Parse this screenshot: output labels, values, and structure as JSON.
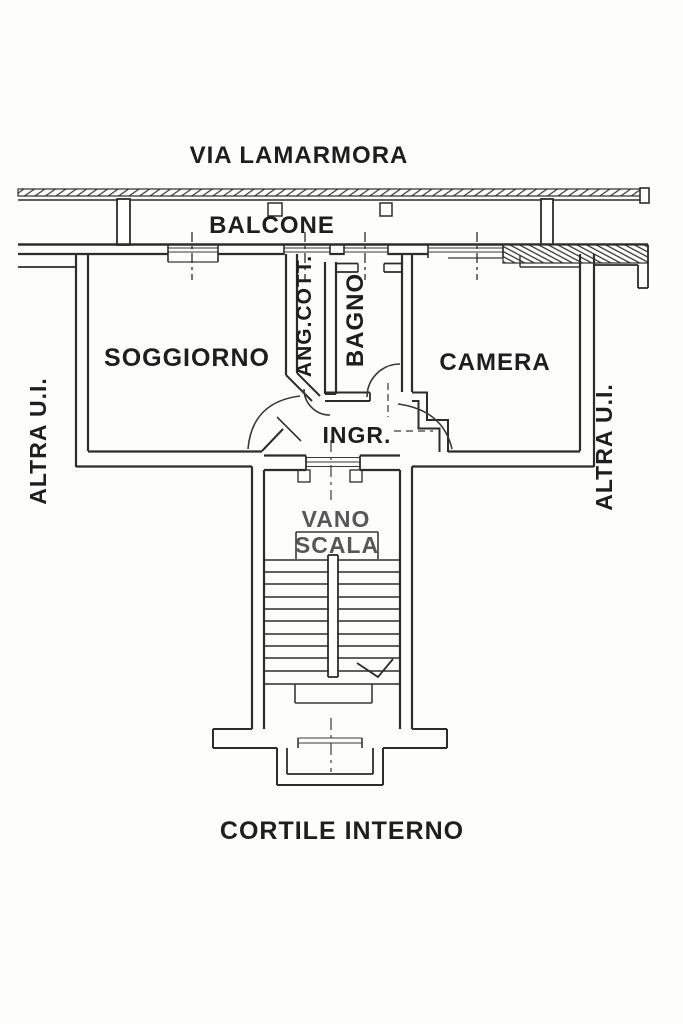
{
  "plan": {
    "street_label": "VIA LAMARMORA",
    "balcony_label": "BALCONE",
    "rooms": {
      "living_room": "SOGGIORNO",
      "kitchenette": "ANG.COTT.",
      "bathroom": "BAGNO",
      "bedroom": "CAMERA",
      "entrance": "INGR.",
      "stairwell_line1": "VANO",
      "stairwell_line2": "SCALA"
    },
    "adjacent_unit_left": "ALTRA U.I.",
    "adjacent_unit_right": "ALTRA U.I.",
    "courtyard_label": "CORTILE INTERNO",
    "colors": {
      "ink": "#2e2c2a",
      "label_ink": "#1e1e1e",
      "faded_ink": "#575757",
      "paper": "#fdfdfc"
    }
  }
}
